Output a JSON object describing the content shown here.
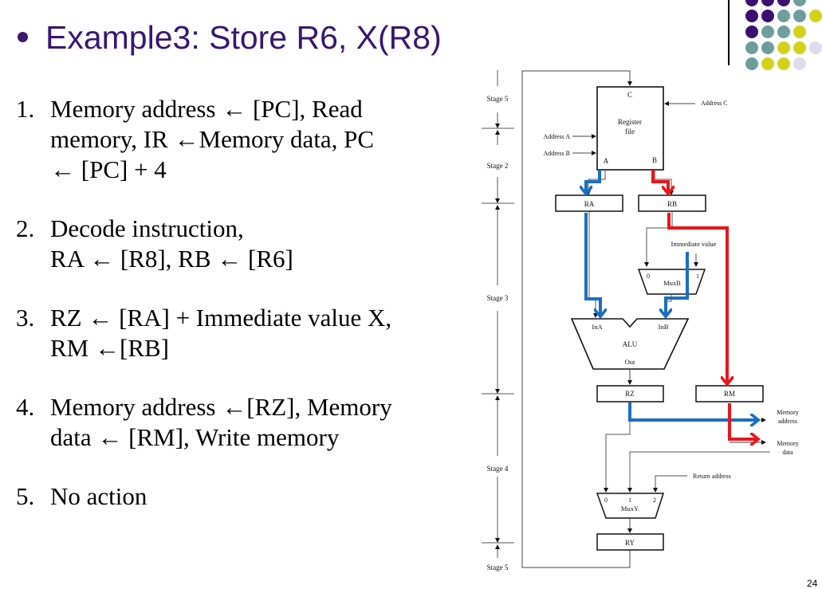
{
  "slide": {
    "title": "Example3: Store R6, X(R8)",
    "steps": [
      {
        "num": "1.",
        "lines": [
          "Memory address ← [PC], Read",
          "memory, IR ←Memory data, PC",
          "← [PC] + 4"
        ]
      },
      {
        "num": "2.",
        "lines": [
          "Decode instruction,",
          "RA ← [R8], RB ← [R6]"
        ]
      },
      {
        "num": "3.",
        "lines": [
          "RZ ← [RA] + Immediate value X,",
          "RM ←[RB]"
        ]
      },
      {
        "num": "4.",
        "lines": [
          "Memory address ←[RZ], Memory",
          "data ← [RM], Write memory"
        ]
      },
      {
        "num": "5.",
        "lines": [
          "No action"
        ]
      }
    ],
    "page_number": "24",
    "colors": {
      "title": "#3b1670",
      "path_a": "#1a6fbf",
      "path_b": "#e8161b"
    }
  },
  "diagram": {
    "stages": [
      "Stage 5",
      "Stage 2",
      "Stage 3",
      "Stage 4",
      "Stage 5"
    ],
    "register_file": {
      "label_line1": "Register",
      "label_line2": "file",
      "port_c": "C",
      "port_a": "A",
      "port_b": "B"
    },
    "inputs": {
      "address_a": "Address A",
      "address_b": "Address B",
      "address_c": "Address C",
      "immediate": "Immediate value",
      "return_address": "Return address"
    },
    "registers": {
      "ra": "RA",
      "rb": "RB",
      "rz": "RZ",
      "rm": "RM",
      "ry": "RY"
    },
    "muxb": {
      "label": "MuxB",
      "in0": "0",
      "in1": "1"
    },
    "alu": {
      "label": "ALU",
      "ina": "InA",
      "inb": "InB",
      "out": "Out"
    },
    "muxy": {
      "label": "MuxY",
      "in0": "0",
      "in1": "1",
      "in2": "2"
    },
    "outputs": {
      "mem_address_1": "Memory",
      "mem_address_2": "address",
      "mem_data_1": "Memory",
      "mem_data_2": "data"
    }
  }
}
